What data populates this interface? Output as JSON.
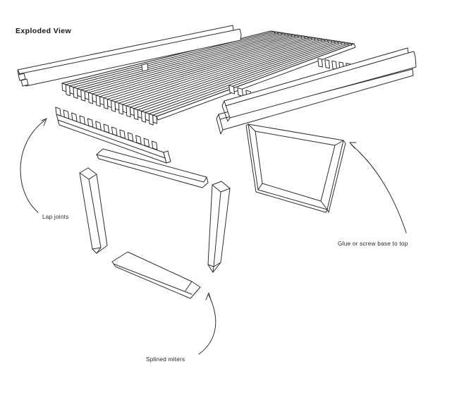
{
  "title": "Exploded View",
  "annotations": {
    "lap_joints": {
      "label": "Lap joints"
    },
    "splined_miters": {
      "label": "Splined miters"
    },
    "glue_note": {
      "label": "Glue or screw base to top"
    }
  },
  "colors": {
    "background": "#ffffff",
    "line": "#2d2d2d",
    "text": "#26262e",
    "title": "#161616"
  }
}
